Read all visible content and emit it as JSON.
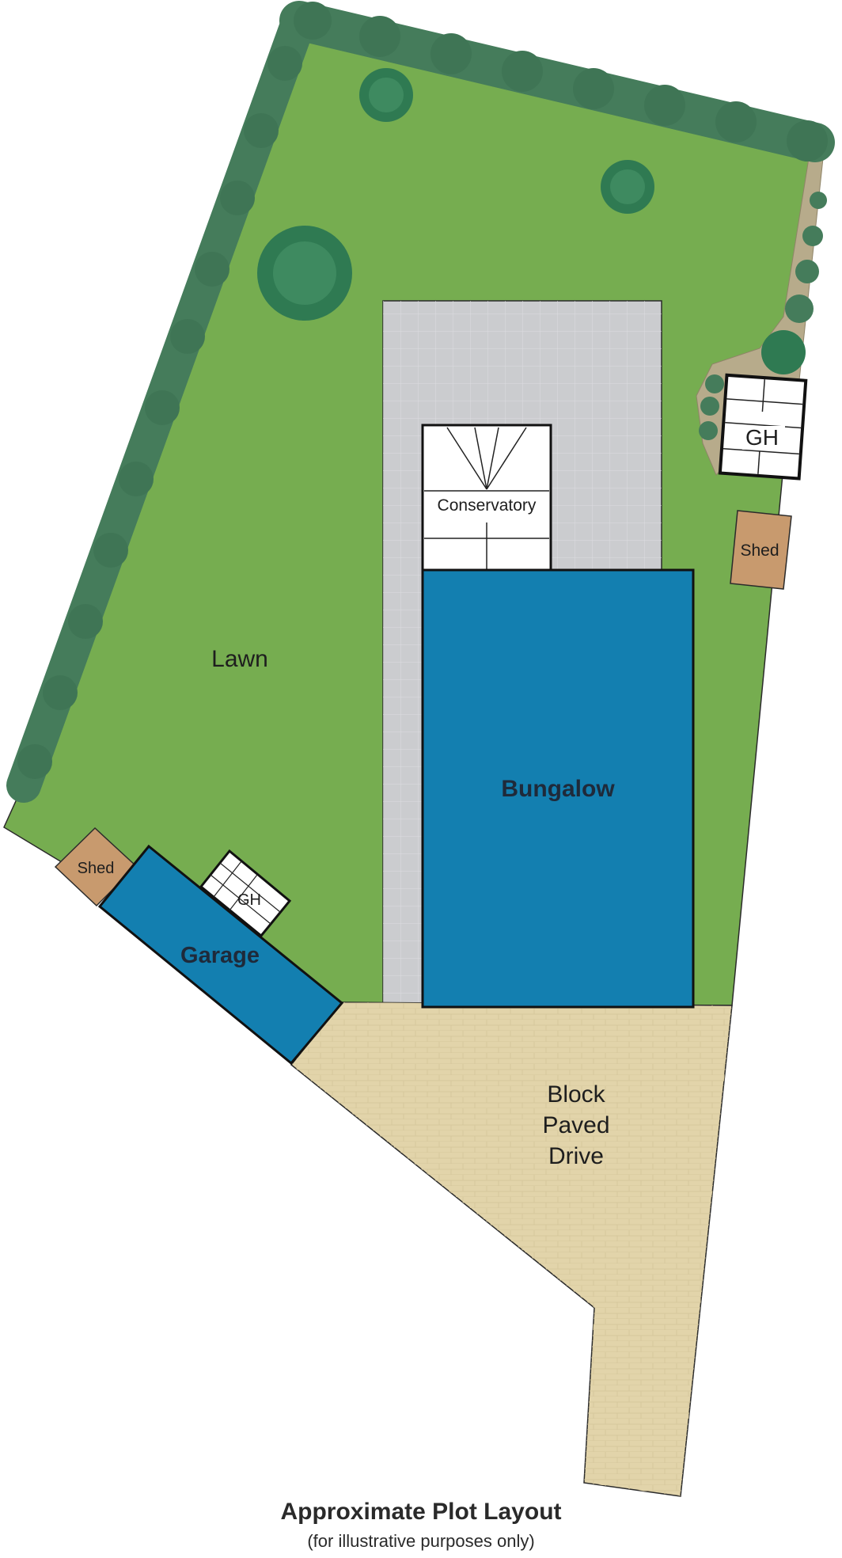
{
  "labels": {
    "lawn": "Lawn",
    "bungalow": "Bungalow",
    "conservatory": "Conservatory",
    "garage": "Garage",
    "shed_right": "Shed",
    "shed_left": "Shed",
    "gh_right": "GH",
    "gh_left": "GH",
    "drive_line1": "Block",
    "drive_line2": "Paved",
    "drive_line3": "Drive"
  },
  "caption": {
    "title": "Approximate Plot Layout",
    "subtitle": "(for illustrative purposes only)"
  },
  "colors": {
    "lawn": "#76ad50",
    "hedge": "#457c5b",
    "tree": "#2f7a52",
    "patio": "#cbcccf",
    "building": "#137fb0",
    "shed": "#c89a6e",
    "drive": "#e2d4aa",
    "border_path": "#b7ab8b"
  }
}
